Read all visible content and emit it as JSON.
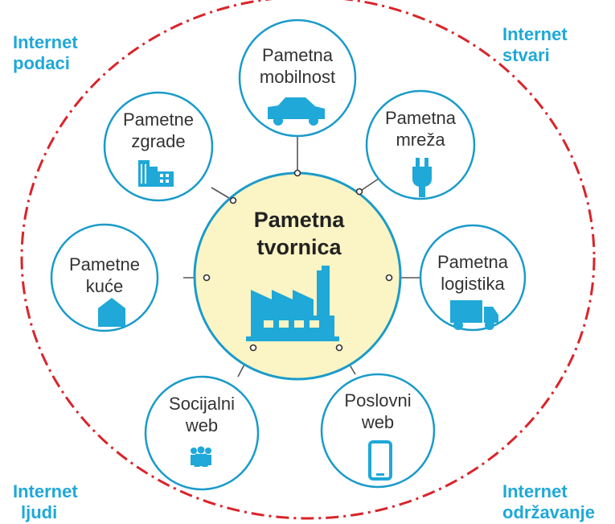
{
  "corners": {
    "top_left": [
      "Internet",
      "podaci"
    ],
    "top_right": [
      "Internet",
      "stvari"
    ],
    "bottom_left": [
      "Internet",
      "ljudi"
    ],
    "bottom_right": [
      "Internet",
      "održavanje"
    ]
  },
  "center": {
    "lines": [
      "Pametna",
      "tvornica"
    ],
    "icon": "factory-icon"
  },
  "nodes": [
    {
      "id": "mobilnost",
      "lines": [
        "Pametna",
        "mobilnost"
      ],
      "icon": "car-icon"
    },
    {
      "id": "mreza",
      "lines": [
        "Pametna",
        "mreža"
      ],
      "icon": "plug-icon"
    },
    {
      "id": "logistika",
      "lines": [
        "Pametna",
        "logistika"
      ],
      "icon": "truck-icon"
    },
    {
      "id": "poslovni-web",
      "lines": [
        "Poslovni",
        "web"
      ],
      "icon": "smartphone-icon"
    },
    {
      "id": "socijalni-web",
      "lines": [
        "Socijalni",
        "web"
      ],
      "icon": "people-icon"
    },
    {
      "id": "kuce",
      "lines": [
        "Pametne",
        "kuće"
      ],
      "icon": "house-icon"
    },
    {
      "id": "zgrade",
      "lines": [
        "Pametne",
        "zgrade"
      ],
      "icon": "buildings-icon"
    }
  ],
  "colors": {
    "accent": "#1fa8d8",
    "circle_stroke": "#1a9bc9",
    "center_fill": "#fbf4c4",
    "outer_ring": "#d9242b",
    "text": "#333333"
  }
}
